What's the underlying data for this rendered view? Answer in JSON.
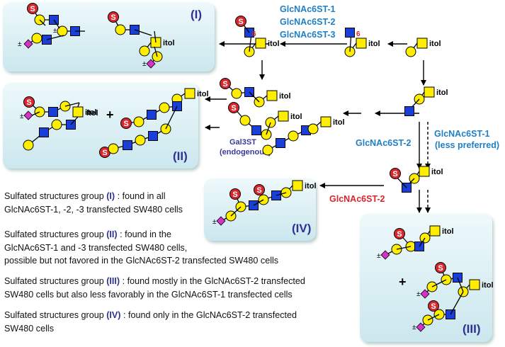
{
  "labels": {
    "itol": "itol",
    "s": "S",
    "six": "6",
    "pm": "±",
    "plus": "+"
  },
  "groups": {
    "g1": "(I)",
    "g2": "(II)",
    "g3": "(III)",
    "g4": "(IV)"
  },
  "enzymes": {
    "st1": "GlcNAc6ST-1",
    "st2": "GlcNAc6ST-2",
    "st3": "GlcNAc6ST-3",
    "st2_main": "GlcNAc6ST-2",
    "st1_less": "GlcNAc6ST-1",
    "less_preferred": "(less preferred)",
    "gal3st": "Gal3ST",
    "endogenous": "(endogenous)",
    "st2_red": "GlcNAc6ST-2"
  },
  "notes": [
    {
      "prefix": "Sulfated structures group ",
      "gid": "(I)",
      "line1": " : found in all",
      "line2": "GlcNAc6ST-1, -2, -3 transfected SW480 cells",
      "line3": ""
    },
    {
      "prefix": "Sulfated structures group ",
      "gid": "(II)",
      "line1": " : found in the",
      "line2": "GlcNAc6ST-1 and -3 transfected SW480 cells,",
      "line3": "possible but not favored in the GlcNAc6ST-2 transfected SW480 cells"
    },
    {
      "prefix": "Sulfated structures group ",
      "gid": "(III)",
      "line1": " : found mostly in the GlcNAc6ST-2 transfected",
      "line2": "SW480 cells but also less favorably in the GlcNAc6ST-1 transfected cells",
      "line3": ""
    },
    {
      "prefix": "Sulfated structures group ",
      "gid": "(IV)",
      "line1": " : found only in the GlcNAc6ST-2 transfected",
      "line2": "SW480 cells",
      "line3": ""
    }
  ],
  "colors": {
    "galactose": "#ffee00",
    "glcnac": "#1a3fd6",
    "sialic": "#d632c8",
    "sulfate": "#d8262c",
    "enzyme_blue": "#1e7fc4",
    "enzyme_red": "#d8262c",
    "enzyme_purple": "#3a3a9a",
    "group_label": "#2e3192",
    "box_fill": "#dcf0f4"
  }
}
